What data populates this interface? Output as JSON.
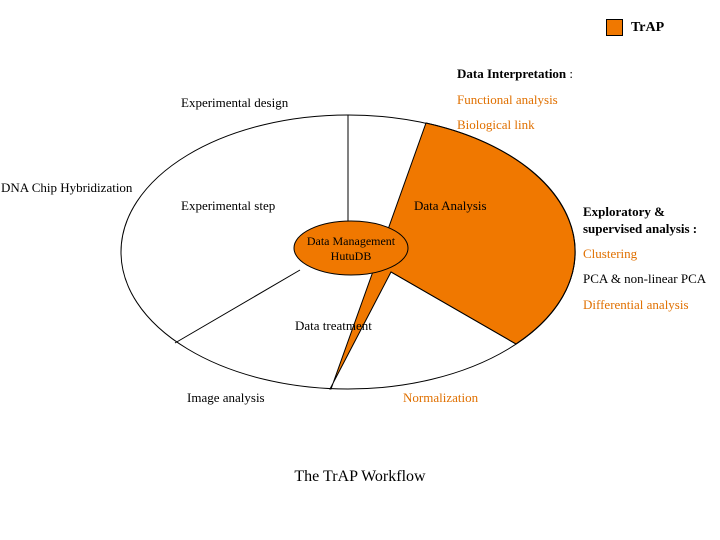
{
  "legend": {
    "label": "TrAP",
    "swatch_color": "#f07800"
  },
  "outer_labels": {
    "experimental_design": "Experimental design",
    "dna_chip": "DNA Chip Hybridization",
    "image_analysis": "Image analysis",
    "normalization": "Normalization"
  },
  "sectors": {
    "experimental_step": "Experimental step",
    "data_analysis": "Data Analysis",
    "data_treatment": "Data treatment"
  },
  "center": {
    "line1": "Data Management",
    "line2": "HutuDB"
  },
  "interpretation": {
    "heading": "Data Interpretation",
    "suffix": " :",
    "items": [
      "Functional analysis",
      "Biological link"
    ]
  },
  "exploratory": {
    "heading_line1": "Exploratory &",
    "heading_line2": "supervised analysis :",
    "items": [
      "Clustering",
      "PCA & non-linear PCA",
      "Differential analysis"
    ],
    "item_colors": [
      "#e07000",
      "#000000",
      "#e07000"
    ]
  },
  "caption": "The TrAP Workflow",
  "colors": {
    "accent": "#f07800",
    "accent_text": "#e07000",
    "line": "#000000"
  }
}
